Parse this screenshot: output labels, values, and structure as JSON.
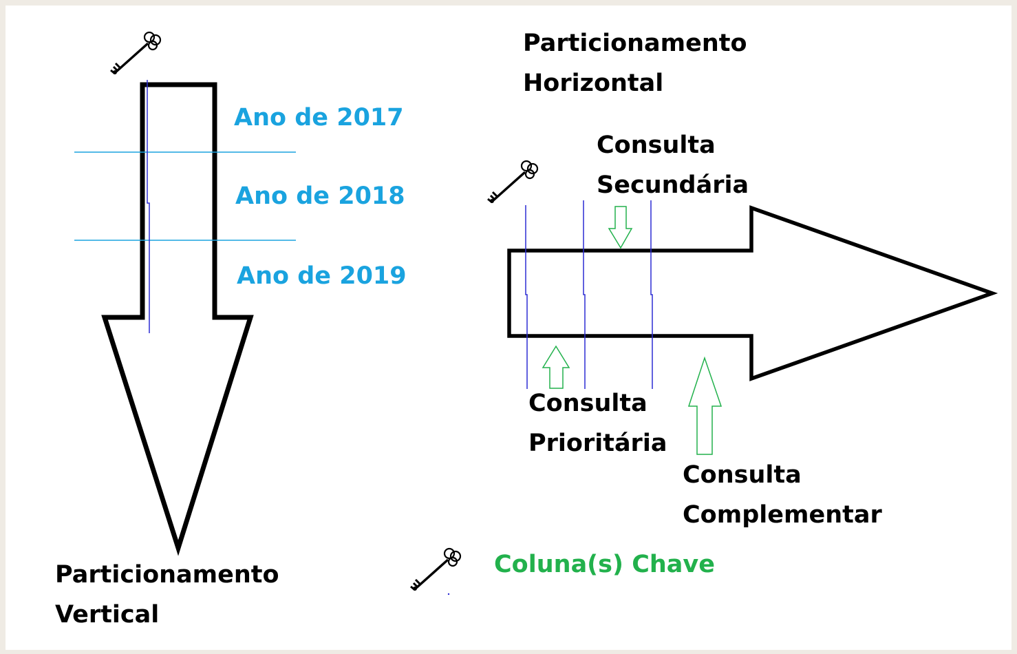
{
  "colors": {
    "background_frame": "#efebe4",
    "canvas": "#ffffff",
    "outline": "#000000",
    "year_text": "#1aa3df",
    "year_divider": "#1aa3df",
    "column_line": "#2b2bd4",
    "query_arrow": "#22b14c",
    "legend_text": "#22b14c"
  },
  "labels": {
    "vertical_title_line1": "Particionamento",
    "vertical_title_line2": "Vertical",
    "horizontal_title_line1": "Particionamento",
    "horizontal_title_line2": "Horizontal",
    "year_2017": "Ano de 2017",
    "year_2018": "Ano de 2018",
    "year_2019": "Ano de 2019",
    "secondary_line1": "Consulta",
    "secondary_line2": "Secundária",
    "priority_line1": "Consulta",
    "priority_line2": "Prioritária",
    "complementary_line1": "Consulta",
    "complementary_line2": "Complementar",
    "legend_key": "Coluna(s) Chave"
  },
  "icons": {
    "key": "key-icon"
  }
}
